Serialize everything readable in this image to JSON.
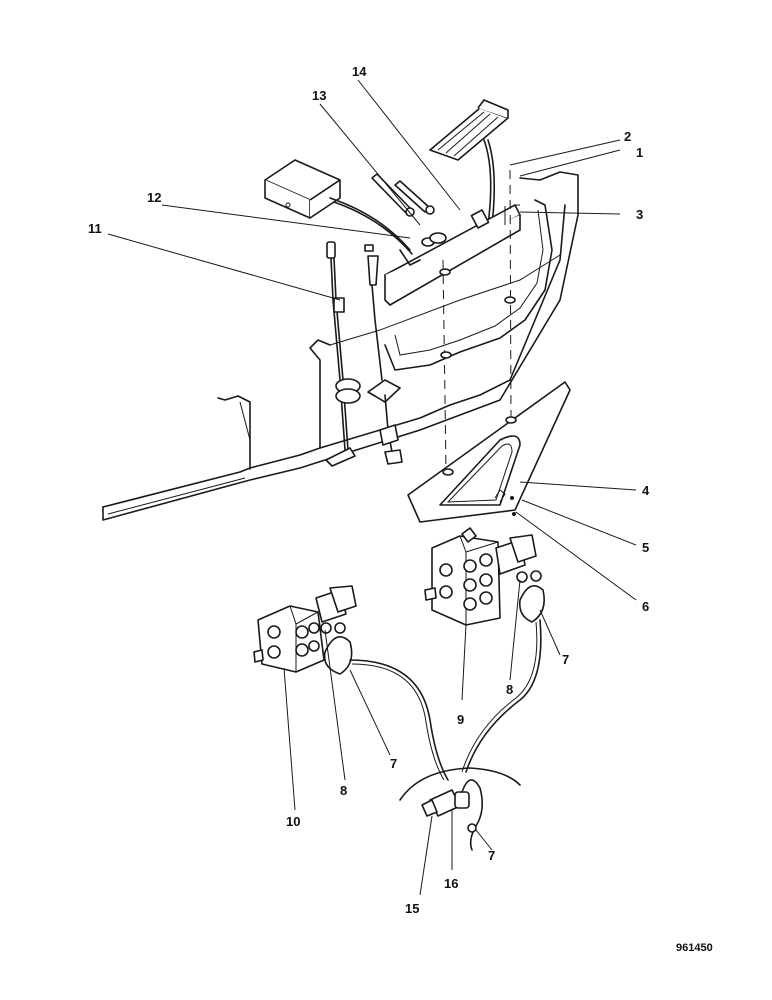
{
  "callouts": {
    "c1": "1",
    "c2": "2",
    "c3": "3",
    "c4": "4",
    "c5": "5",
    "c6": "6",
    "c7a": "7",
    "c7b": "7",
    "c7c": "7",
    "c8a": "8",
    "c8b": "8",
    "c9": "9",
    "c10": "10",
    "c11": "11",
    "c12": "12",
    "c13": "13",
    "c14": "14",
    "c15": "15",
    "c16": "16"
  },
  "drawing_ref": "961450"
}
